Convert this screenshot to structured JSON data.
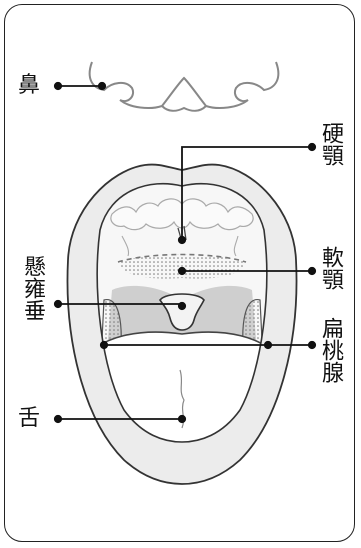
{
  "labels": {
    "nose": "鼻",
    "hard_palate": "硬顎",
    "soft_palate": "軟顎",
    "uvula": "懸雍垂",
    "tonsils": "扁桃腺",
    "tongue": "舌"
  }
}
